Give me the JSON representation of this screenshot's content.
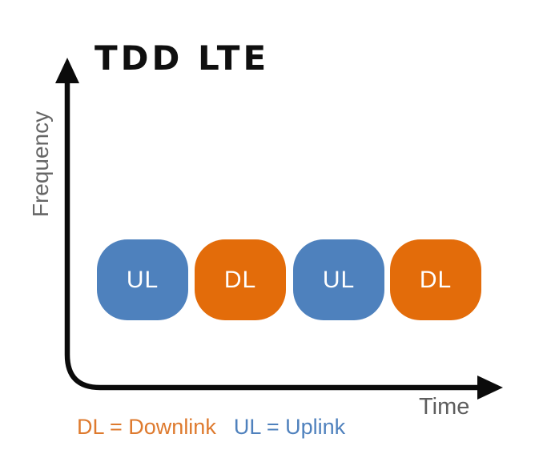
{
  "title": "TDD LTE",
  "axes": {
    "y_label": "Frequency",
    "x_label": "Time"
  },
  "blocks": [
    {
      "label": "UL",
      "type": "uplink"
    },
    {
      "label": "DL",
      "type": "downlink"
    },
    {
      "label": "UL",
      "type": "uplink"
    },
    {
      "label": "DL",
      "type": "downlink"
    }
  ],
  "legend": {
    "downlink": "DL = Downlink",
    "uplink": "UL = Uplink"
  },
  "colors": {
    "uplink_blue": "#4E81BD",
    "downlink_orange": "#E36C0A",
    "legend_orange": "#DE7A2E",
    "legend_blue": "#4F81BD",
    "axis_black": "#0b0b0b",
    "label_gray": "#616161"
  }
}
